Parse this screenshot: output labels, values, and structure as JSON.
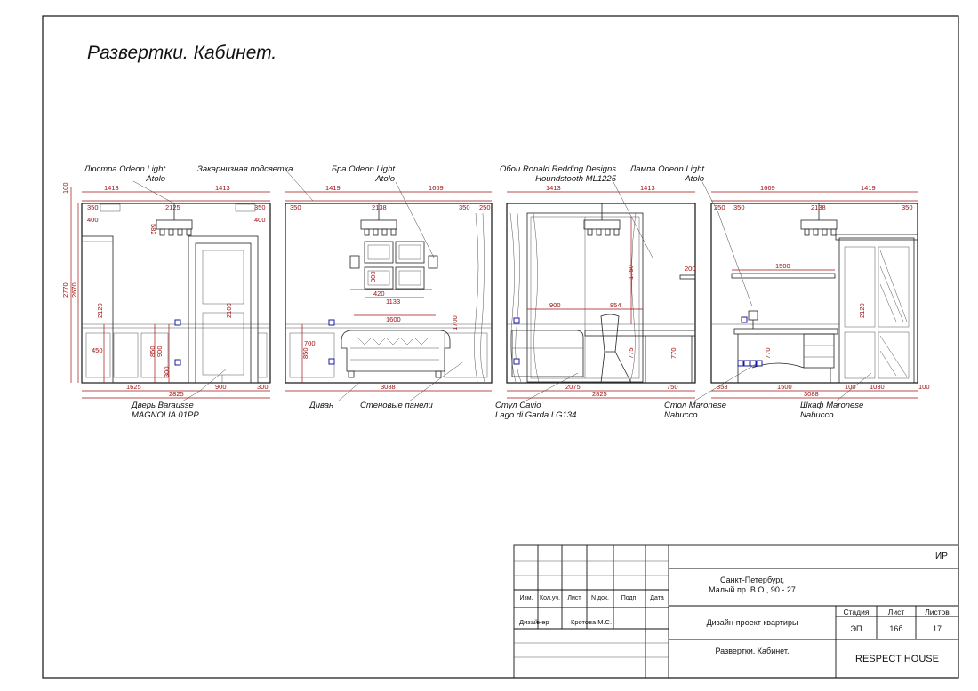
{
  "sheet_title": "Развертки. Кабинет.",
  "callouts": {
    "chandelier": [
      "Люстра Odeon Light",
      "Atolo"
    ],
    "cornice_light": "Закарнизная подсветка",
    "sconce": [
      "Бра Odeon Light",
      "Atolo"
    ],
    "wallpaper": [
      "Обои Ronald Redding Designs",
      "Houndstooth ML1225"
    ],
    "lamp": [
      "Лампа Odeon Light",
      "Atolo"
    ],
    "door": [
      "Дверь Barausse",
      "MAGNOLIA 01PP"
    ],
    "sofa": "Диван",
    "wall_panels": "Стеновые панели",
    "chair": [
      "Стул Cavio",
      "Lago di Garda LG134"
    ],
    "desk": [
      "Стол Maronese",
      "Nabucco"
    ],
    "cabinet": [
      "Шкаф Maronese",
      "Nabucco"
    ]
  },
  "dimensions": {
    "elev1": {
      "top": [
        "1413",
        "1413"
      ],
      "ceiling": [
        "350",
        "2125",
        "350"
      ],
      "sub": [
        "400",
        "400"
      ],
      "h": [
        "100",
        "2770",
        "2670"
      ],
      "inner": [
        "582",
        "2120",
        "2100",
        "450",
        "850",
        "900",
        "300"
      ],
      "bottom": [
        "1625",
        "2825",
        "900",
        "300"
      ]
    },
    "elev2": {
      "top": [
        "1419",
        "1669"
      ],
      "ceiling": [
        "350",
        "2138",
        "350",
        "250"
      ],
      "inner": [
        "300",
        "420",
        "1133",
        "1600",
        "1700",
        "700",
        "850"
      ],
      "bottom": [
        "3088"
      ]
    },
    "elev3": {
      "top": [
        "1413",
        "1413"
      ],
      "inner": [
        "1750",
        "900",
        "854",
        "775",
        "770",
        "200"
      ],
      "bottom": [
        "2075",
        "2825",
        "750"
      ]
    },
    "elev4": {
      "top": [
        "1669",
        "1419"
      ],
      "ceiling": [
        "250",
        "350",
        "2138",
        "350"
      ],
      "inner": [
        "1500",
        "2120",
        "770"
      ],
      "bottom": [
        "358",
        "1500",
        "100",
        "1030",
        "100",
        "3088"
      ]
    }
  },
  "title_block": {
    "code": "ИР",
    "address": [
      "Санкт-Петербург,",
      "Малый пр. В.О., 90 - 27"
    ],
    "col_headers": [
      "Изм.",
      "Кол.уч.",
      "Лист",
      "N док.",
      "Подп.",
      "Дата"
    ],
    "designer_role": "Дизайнер",
    "designer_name": "Кротова М.С.",
    "project": "Дизайн-проект квартиры",
    "stage_header": "Стадия",
    "sheet_header": "Лист",
    "sheets_header": "Листов",
    "stage": "ЭП",
    "sheet_no": "16б",
    "sheets_total": "17",
    "sheet_name": "Развертки. Кабинет.",
    "company": "RESPECT HOUSE"
  }
}
